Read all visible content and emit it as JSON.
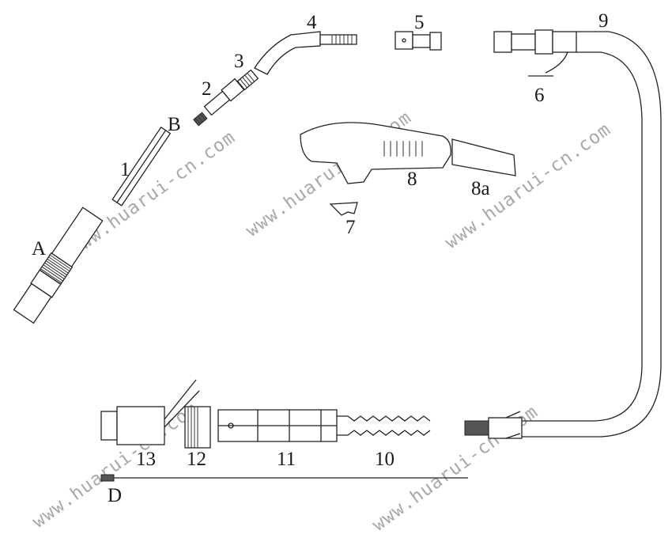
{
  "diagram": {
    "part_labels": {
      "A": "A",
      "B": "B",
      "D": "D",
      "p1": "1",
      "p2": "2",
      "p3": "3",
      "p4": "4",
      "p5": "5",
      "p6": "6",
      "p7": "7",
      "p8": "8",
      "p8a": "8a",
      "p9": "9",
      "p10": "10",
      "p11": "11",
      "p12": "12",
      "p13": "13"
    },
    "watermark": "www.huarui-cn.com"
  }
}
